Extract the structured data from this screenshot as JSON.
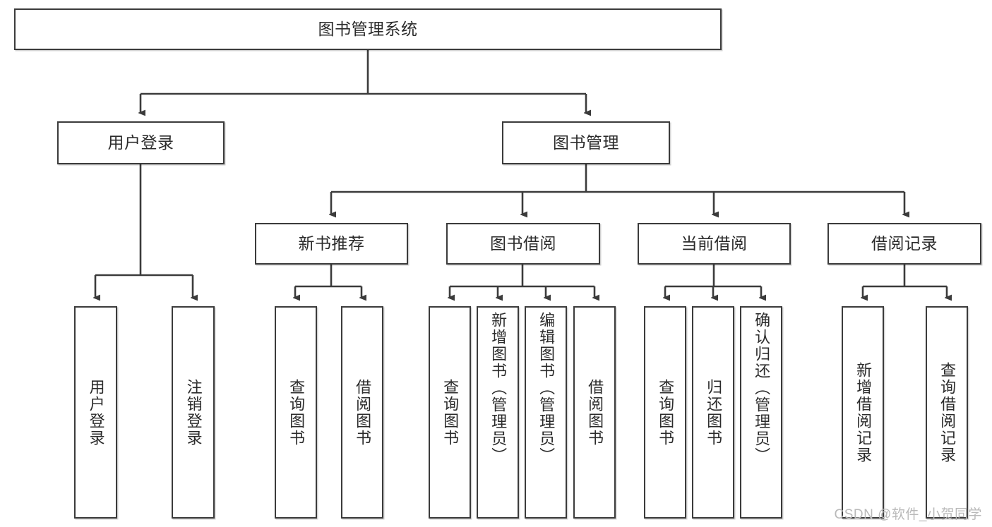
{
  "diagram": {
    "title": "图书管理系统",
    "watermark": "CSDN @软件_小贺同学",
    "line_color": "#3b3b3b",
    "box_border_color": "#3b3b3b",
    "box_fill_color": "#ffffff",
    "text_color": "#2b2b2b",
    "levels": {
      "root": {
        "label": "图书管理系统"
      },
      "level2": [
        {
          "label": "用户登录"
        },
        {
          "label": "图书管理"
        }
      ],
      "level3": [
        {
          "label": "新书推荐"
        },
        {
          "label": "图书借阅"
        },
        {
          "label": "当前借阅"
        },
        {
          "label": "借阅记录"
        }
      ],
      "leaves": {
        "user_login": [
          {
            "label": "用户登录"
          },
          {
            "label": "注销登录"
          }
        ],
        "new_book_recommend": [
          {
            "label": "查询图书"
          },
          {
            "label": "借阅图书"
          }
        ],
        "book_borrow": [
          {
            "label": "查询图书"
          },
          {
            "label": "新增图书（管理员）"
          },
          {
            "label": "编辑图书（管理员）"
          },
          {
            "label": "借阅图书"
          }
        ],
        "current_borrow": [
          {
            "label": "查询图书"
          },
          {
            "label": "归还图书"
          },
          {
            "label": "确认归还（管理员）"
          }
        ],
        "borrow_records": [
          {
            "label": "新增借阅记录"
          },
          {
            "label": "查询借阅记录"
          }
        ]
      }
    }
  }
}
